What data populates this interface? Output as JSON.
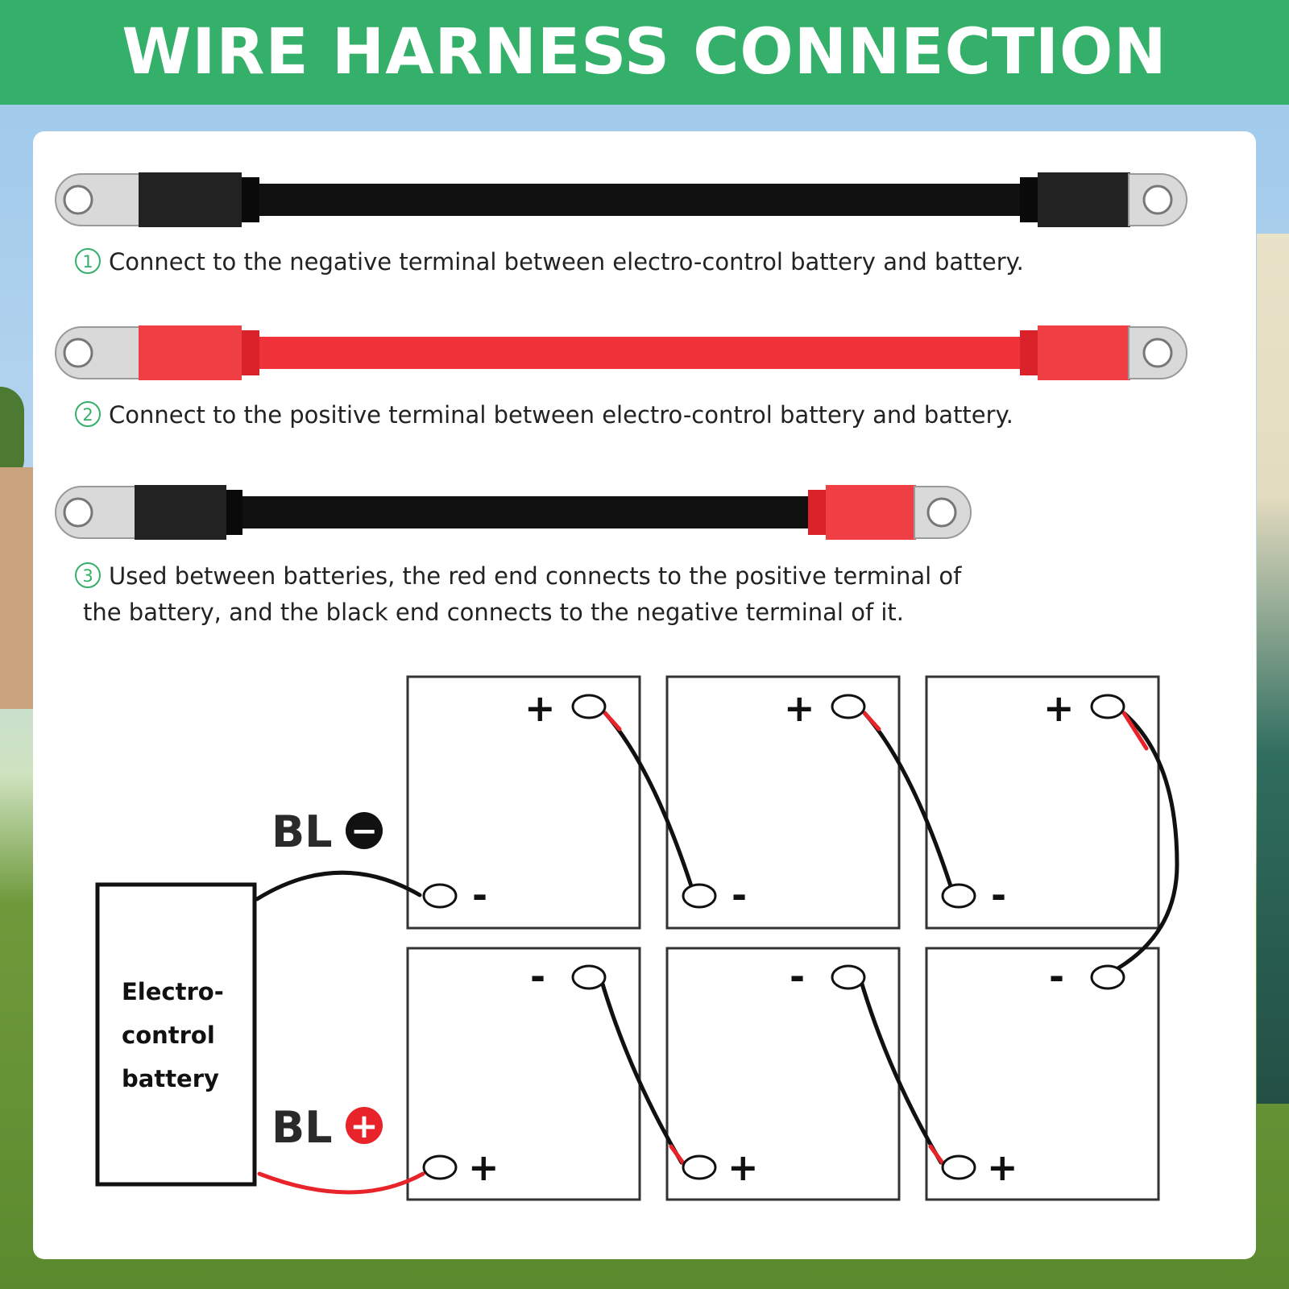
{
  "header": {
    "title": "WIRE HARNESS CONNECTION"
  },
  "colors": {
    "header_green": "#35b06a",
    "cable_black": "#111111",
    "cable_red": "#e8232a",
    "lug_silver": "#d8d8d8"
  },
  "cables": [
    {
      "number": "1",
      "colors": [
        "black",
        "black"
      ],
      "text": "Connect to the negative terminal between electro-control battery and battery."
    },
    {
      "number": "2",
      "colors": [
        "red",
        "red"
      ],
      "text": "Connect to the positive terminal between electro-control battery and battery."
    },
    {
      "number": "3",
      "colors": [
        "black",
        "red"
      ],
      "text_line1": "Used between batteries, the red end connects to the positive terminal of",
      "text_line2": "the battery, and the black end connects to the negative terminal of it."
    }
  ],
  "diagram": {
    "controller_label": [
      "Electro-",
      "control",
      "battery"
    ],
    "bl_prefix": "BL",
    "bl_negative_sign": "−",
    "bl_positive_sign": "+",
    "plus_sign": "+",
    "minus_sign": "-"
  }
}
